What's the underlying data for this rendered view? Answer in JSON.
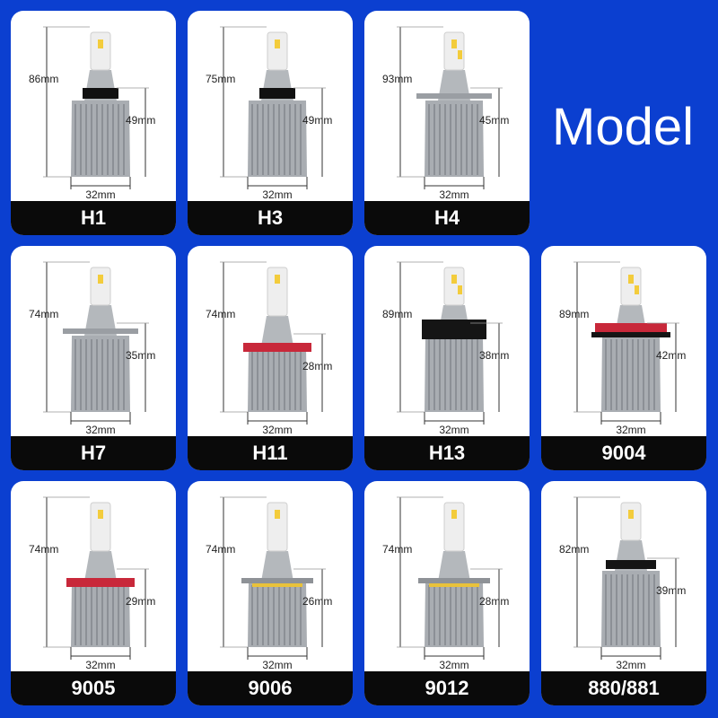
{
  "title": "Model",
  "models": [
    {
      "name": "H1",
      "height": "86mm",
      "base": "49mm",
      "width": "32mm",
      "collar": "black-square",
      "chip": "single"
    },
    {
      "name": "H3",
      "height": "75mm",
      "base": "49mm",
      "width": "32mm",
      "collar": "black-square",
      "chip": "single"
    },
    {
      "name": "H4",
      "height": "93mm",
      "base": "45mm",
      "width": "32mm",
      "collar": "flange-grey",
      "chip": "double"
    },
    {
      "name": "H7",
      "height": "74mm",
      "base": "35mm",
      "width": "32mm",
      "collar": "flange-grey",
      "chip": "single"
    },
    {
      "name": "H11",
      "height": "74mm",
      "base": "28mm",
      "width": "32mm",
      "collar": "red-ring",
      "chip": "single"
    },
    {
      "name": "H13",
      "height": "89mm",
      "base": "38mm",
      "width": "32mm",
      "collar": "black-wide",
      "chip": "double"
    },
    {
      "name": "9004",
      "height": "89mm",
      "base": "42mm",
      "width": "32mm",
      "collar": "red-black",
      "chip": "double"
    },
    {
      "name": "9005",
      "height": "74mm",
      "base": "29mm",
      "width": "32mm",
      "collar": "red-ring-thin",
      "chip": "single"
    },
    {
      "name": "9006",
      "height": "74mm",
      "base": "26mm",
      "width": "32mm",
      "collar": "yellow-ring",
      "chip": "single"
    },
    {
      "name": "9012",
      "height": "74mm",
      "base": "28mm",
      "width": "32mm",
      "collar": "yellow-ring",
      "chip": "single"
    },
    {
      "name": "880/881",
      "height": "82mm",
      "base": "39mm",
      "width": "32mm",
      "collar": "black-clip",
      "chip": "single"
    }
  ],
  "colors": {
    "background": "#0b3fd0",
    "card": "#ffffff",
    "label_bar": "#0a0a0a",
    "heatsink": "#a9adb2",
    "red_ring": "#c8283a",
    "yellow_ring": "#e9c23a"
  }
}
